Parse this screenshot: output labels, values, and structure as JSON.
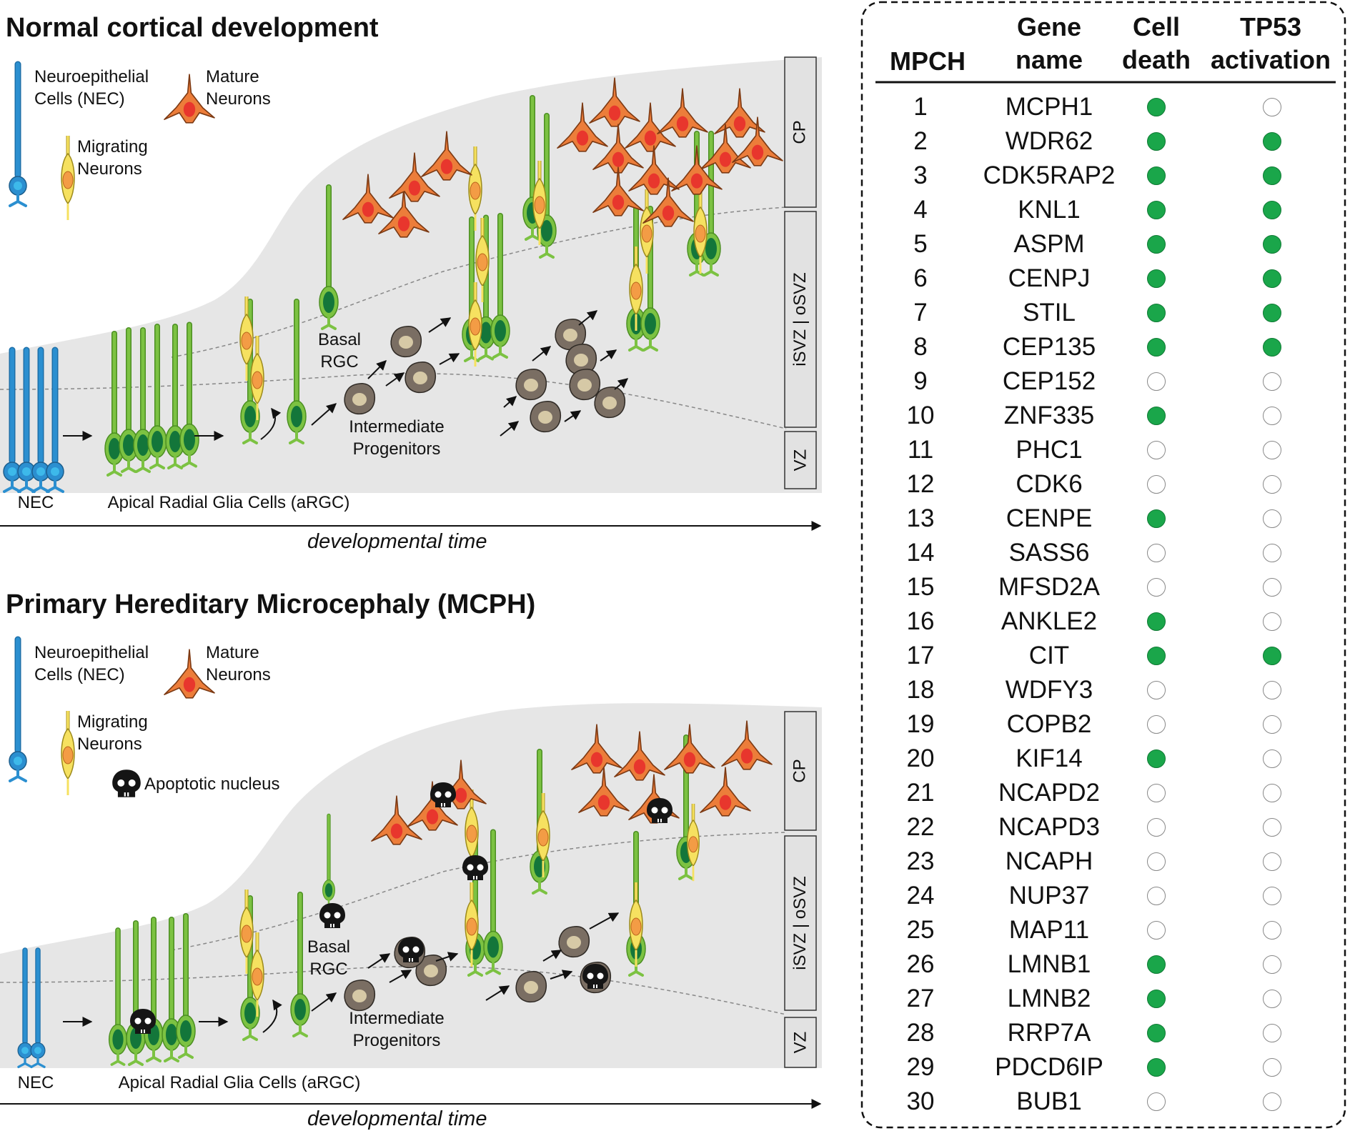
{
  "panels": [
    {
      "title": "Normal cortical development",
      "legend": {
        "nec": "Neuroepithelial\nCells (NEC)",
        "migrating": "Migrating\nNeurons",
        "mature": "Mature\nNeurons"
      },
      "labels": {
        "basal_rgc": "Basal\nRGC",
        "intermediate": "Intermediate\nProgenitors",
        "nec": "NEC",
        "argc": "Apical Radial Glia Cells (aRGC)"
      },
      "zones": [
        "CP",
        "iSVZ | oSVZ",
        "VZ"
      ],
      "axis": "developmental time"
    },
    {
      "title": "Primary Hereditary Microcephaly (MCPH)",
      "legend": {
        "nec": "Neuroepithelial\nCells (NEC)",
        "migrating": "Migrating\nNeurons",
        "mature": "Mature\nNeurons",
        "apoptotic": "Apoptotic nucleus"
      },
      "labels": {
        "basal_rgc": "Basal\nRGC",
        "intermediate": "Intermediate\nProgenitors",
        "nec": "NEC",
        "argc": "Apical Radial Glia Cells (aRGC)"
      },
      "zones": [
        "CP",
        "iSVZ | oSVZ",
        "VZ"
      ],
      "axis": "developmental time"
    }
  ],
  "table": {
    "headers": {
      "mpch": "MPCH",
      "gene": "Gene\nname",
      "death": "Cell\ndeath",
      "tp53": "TP53\nactivation"
    },
    "rows": [
      {
        "num": "1",
        "gene": "MCPH1",
        "death": true,
        "tp53": false
      },
      {
        "num": "2",
        "gene": "WDR62",
        "death": true,
        "tp53": true
      },
      {
        "num": "3",
        "gene": "CDK5RAP2",
        "death": true,
        "tp53": true
      },
      {
        "num": "4",
        "gene": "KNL1",
        "death": true,
        "tp53": true
      },
      {
        "num": "5",
        "gene": "ASPM",
        "death": true,
        "tp53": true
      },
      {
        "num": "6",
        "gene": "CENPJ",
        "death": true,
        "tp53": true
      },
      {
        "num": "7",
        "gene": "STIL",
        "death": true,
        "tp53": true
      },
      {
        "num": "8",
        "gene": "CEP135",
        "death": true,
        "tp53": true
      },
      {
        "num": "9",
        "gene": "CEP152",
        "death": false,
        "tp53": false
      },
      {
        "num": "10",
        "gene": "ZNF335",
        "death": true,
        "tp53": false
      },
      {
        "num": "11",
        "gene": "PHC1",
        "death": false,
        "tp53": false
      },
      {
        "num": "12",
        "gene": "CDK6",
        "death": false,
        "tp53": false
      },
      {
        "num": "13",
        "gene": "CENPE",
        "death": true,
        "tp53": false
      },
      {
        "num": "14",
        "gene": "SASS6",
        "death": false,
        "tp53": false
      },
      {
        "num": "15",
        "gene": "MFSD2A",
        "death": false,
        "tp53": false
      },
      {
        "num": "16",
        "gene": "ANKLE2",
        "death": true,
        "tp53": false
      },
      {
        "num": "17",
        "gene": "CIT",
        "death": true,
        "tp53": true
      },
      {
        "num": "18",
        "gene": "WDFY3",
        "death": false,
        "tp53": false
      },
      {
        "num": "19",
        "gene": "COPB2",
        "death": false,
        "tp53": false
      },
      {
        "num": "20",
        "gene": "KIF14",
        "death": true,
        "tp53": false
      },
      {
        "num": "21",
        "gene": "NCAPD2",
        "death": false,
        "tp53": false
      },
      {
        "num": "22",
        "gene": "NCAPD3",
        "death": false,
        "tp53": false
      },
      {
        "num": "23",
        "gene": "NCAPH",
        "death": false,
        "tp53": false
      },
      {
        "num": "24",
        "gene": "NUP37",
        "death": false,
        "tp53": false
      },
      {
        "num": "25",
        "gene": "MAP11",
        "death": false,
        "tp53": false
      },
      {
        "num": "26",
        "gene": "LMNB1",
        "death": true,
        "tp53": false
      },
      {
        "num": "27",
        "gene": "LMNB2",
        "death": true,
        "tp53": false
      },
      {
        "num": "28",
        "gene": "RRP7A",
        "death": true,
        "tp53": false
      },
      {
        "num": "29",
        "gene": "PDCD6IP",
        "death": true,
        "tp53": false
      },
      {
        "num": "30",
        "gene": "BUB1",
        "death": false,
        "tp53": false
      }
    ]
  },
  "colors": {
    "nec": "#2b8fd0",
    "argc": "#7cc242",
    "argc_nucleus": "#13763a",
    "migrating": "#f6e160",
    "migrating_nucleus": "#f39c45",
    "mature": "#ec7d3a",
    "mature_nucleus": "#e8362d",
    "progenitor": "#7a6e63",
    "progenitor_nucleus": "#d6c9a6",
    "tissue": "#e6e6e6",
    "filled_dot": "#1aa64a"
  }
}
